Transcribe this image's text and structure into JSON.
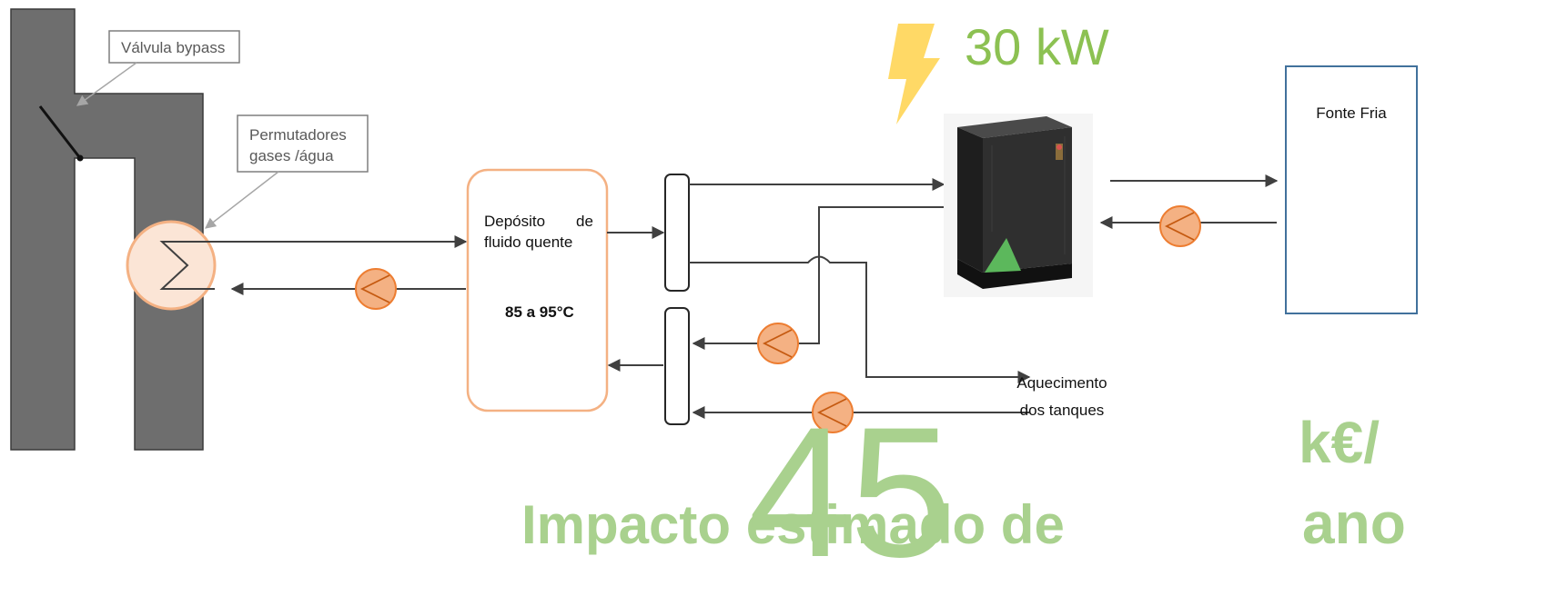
{
  "labels": {
    "bypass_valve": "Válvula bypass",
    "exchangers_line1": "Permutadores",
    "exchangers_line2": "gases /água",
    "tank_line1_a": "Depósito",
    "tank_line1_b": "de",
    "tank_line2": "fluido quente",
    "tank_temp": "85 a 95°C",
    "cold_source": "Fonte Fria",
    "heating_line1": "Aquecimento",
    "heating_line2": "dos tanques",
    "power": "30 kW"
  },
  "impact": {
    "prefix": "Impacto estimado de",
    "value": "45",
    "unit_line1": "k€/",
    "unit_line2": "ano"
  },
  "colors": {
    "chimney": "#6e6e6e",
    "pump_fill": "#f4b183",
    "pump_stroke": "#ed7d31",
    "tank_border": "#f4b183",
    "cold_source_border": "#41719c",
    "impact_green": "#a9d18e",
    "power_green": "#8cc152",
    "bolt_yellow": "#ffd966",
    "heat_pump_body": "#2b2b2b",
    "heat_pump_accent": "#5cb85c"
  }
}
